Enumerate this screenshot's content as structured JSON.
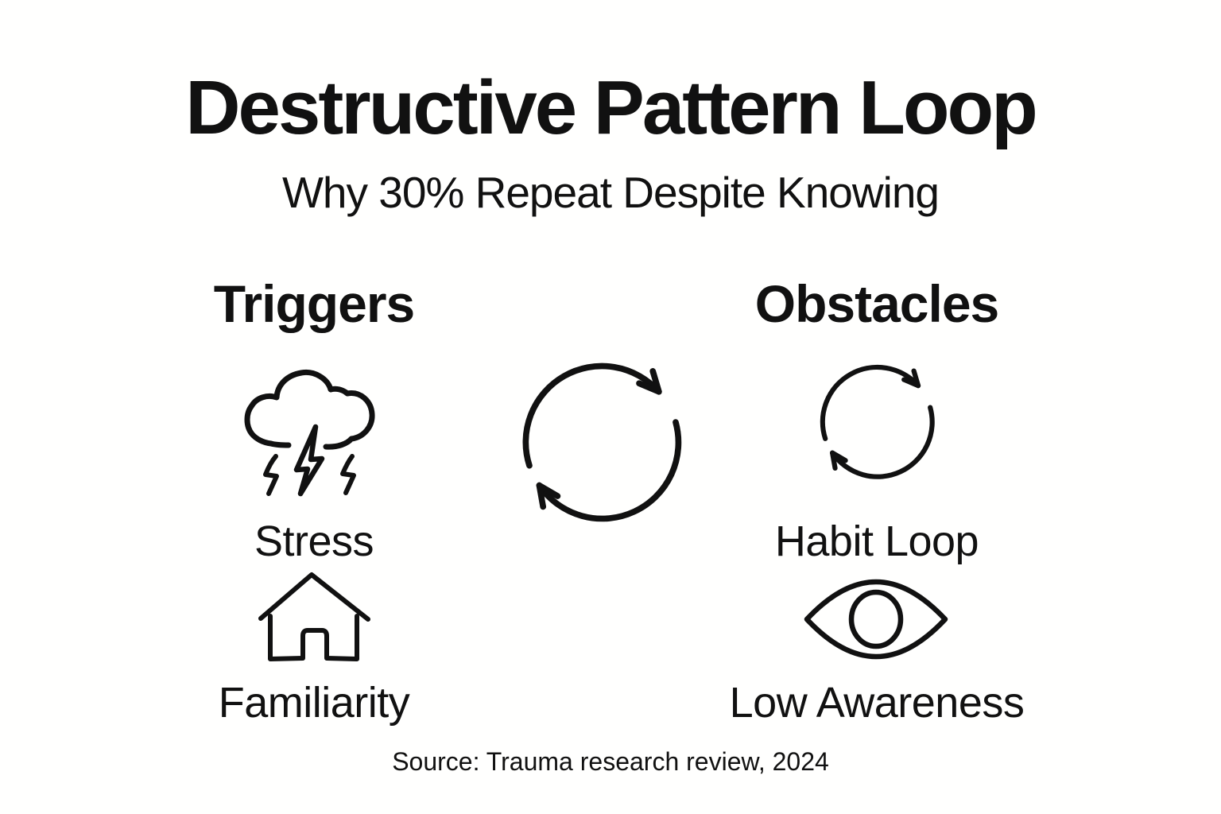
{
  "title": "Destructive Pattern Loop",
  "subtitle": "Why 30% Repeat Despite Knowing",
  "columns": {
    "left": {
      "heading": "Triggers",
      "items": [
        {
          "icon": "storm-cloud-lightning-icon",
          "label": "Stress"
        },
        {
          "icon": "house-icon",
          "label": "Familiarity"
        }
      ]
    },
    "right": {
      "heading": "Obstacles",
      "items": [
        {
          "icon": "cycle-arrows-icon",
          "label": "Habit Loop"
        },
        {
          "icon": "eye-icon",
          "label": "Low Awareness"
        }
      ]
    }
  },
  "center": {
    "icon": "cycle-arrows-icon"
  },
  "source": "Source: Trauma research review, 2024",
  "colors": {
    "background": "#fffffe",
    "ink": "#111111"
  }
}
